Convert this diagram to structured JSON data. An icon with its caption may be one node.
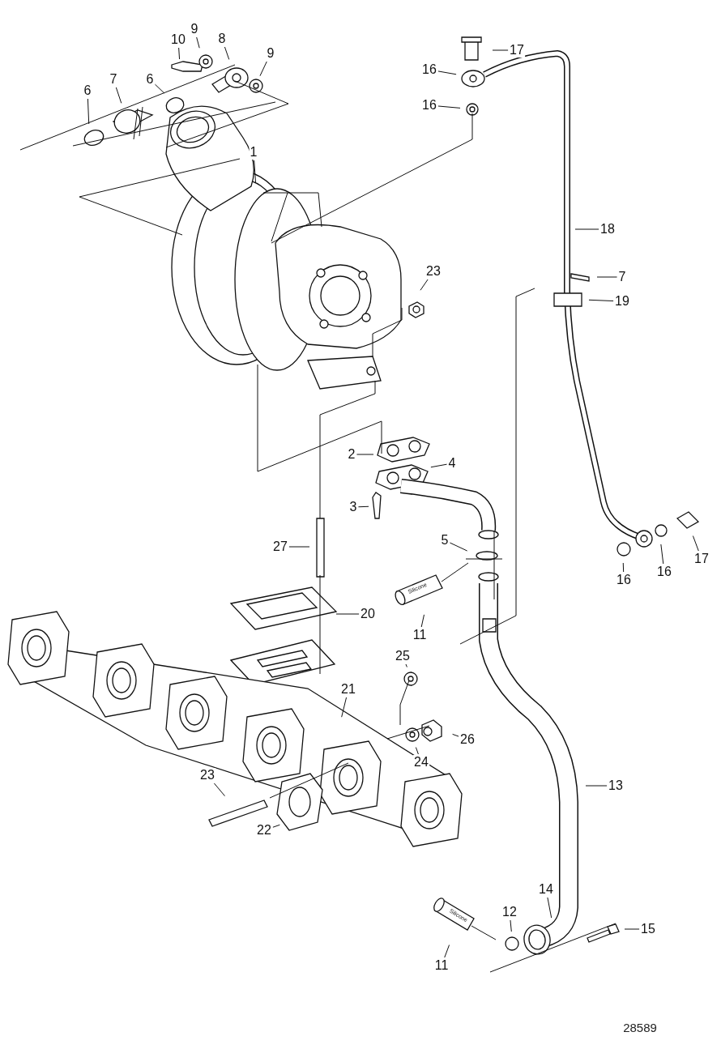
{
  "diagram": {
    "nodes": [
      {
        "text": [
          "10"
        ]
      },
      {
        "text": [
          "9"
        ]
      },
      {
        "text": [
          "8"
        ]
      },
      {
        "text": [
          "17"
        ]
      },
      {
        "text": [
          "9"
        ]
      },
      {
        "text": [
          "16"
        ]
      },
      {
        "text": [
          "7"
        ]
      },
      {
        "text": [
          "6"
        ]
      },
      {
        "text": [
          "6"
        ]
      },
      {
        "text": [
          "16"
        ]
      },
      {
        "text": [
          "1"
        ]
      },
      {
        "text": [
          "18"
        ]
      },
      {
        "text": [
          "23"
        ]
      },
      {
        "text": [
          "7"
        ]
      },
      {
        "text": [
          "19"
        ]
      },
      {
        "text": [
          "2"
        ]
      },
      {
        "text": [
          "4"
        ]
      },
      {
        "text": [
          "3"
        ]
      },
      {
        "text": [
          "5"
        ]
      },
      {
        "text": [
          "27"
        ]
      },
      {
        "text": [
          "17"
        ]
      },
      {
        "text": [
          "16"
        ]
      },
      {
        "text": [
          "16"
        ]
      },
      {
        "text": [
          "20"
        ]
      },
      {
        "text": [
          "11"
        ]
      },
      {
        "text": [
          "25"
        ]
      },
      {
        "text": [
          "21"
        ]
      },
      {
        "text": [
          "26"
        ]
      },
      {
        "text": [
          "24"
        ]
      },
      {
        "text": [
          "23"
        ]
      },
      {
        "text": [
          "13"
        ]
      },
      {
        "text": [
          "22"
        ]
      },
      {
        "text": [
          "14"
        ]
      },
      {
        "text": [
          "12"
        ]
      },
      {
        "text": [
          "15"
        ]
      },
      {
        "text": [
          "11"
        ]
      }
    ],
    "edges": [
      {
        "from": 0,
        "to": null,
        "arrow": "none"
      },
      {
        "from": 1,
        "to": null,
        "arrow": "none"
      },
      {
        "from": 2,
        "to": null,
        "arrow": "none"
      },
      {
        "from": 3,
        "to": null,
        "arrow": "none"
      },
      {
        "from": 4,
        "to": null,
        "arrow": "none"
      },
      {
        "from": 5,
        "to": null,
        "arrow": "none"
      },
      {
        "from": 6,
        "to": null,
        "arrow": "none"
      },
      {
        "from": 7,
        "to": null,
        "arrow": "none"
      },
      {
        "from": 8,
        "to": null,
        "arrow": "none"
      },
      {
        "from": 9,
        "to": null,
        "arrow": "none"
      },
      {
        "from": 10,
        "to": null,
        "arrow": "none"
      },
      {
        "from": 11,
        "to": null,
        "arrow": "none"
      },
      {
        "from": 12,
        "to": null,
        "arrow": "none"
      },
      {
        "from": 13,
        "to": null,
        "arrow": "none"
      },
      {
        "from": 14,
        "to": null,
        "arrow": "none"
      },
      {
        "from": 15,
        "to": null,
        "arrow": "none"
      },
      {
        "from": 16,
        "to": null,
        "arrow": "none"
      },
      {
        "from": 17,
        "to": null,
        "arrow": "none"
      },
      {
        "from": 18,
        "to": null,
        "arrow": "none"
      },
      {
        "from": 19,
        "to": null,
        "arrow": "none"
      },
      {
        "from": 20,
        "to": null,
        "arrow": "none"
      },
      {
        "from": 21,
        "to": null,
        "arrow": "none"
      },
      {
        "from": 22,
        "to": null,
        "arrow": "none"
      },
      {
        "from": 23,
        "to": null,
        "arrow": "none"
      },
      {
        "from": 24,
        "to": null,
        "arrow": "none"
      },
      {
        "from": 25,
        "to": null,
        "arrow": "none"
      },
      {
        "from": 26,
        "to": null,
        "arrow": "none"
      },
      {
        "from": 27,
        "to": null,
        "arrow": "none"
      },
      {
        "from": 28,
        "to": null,
        "arrow": "none"
      },
      {
        "from": 29,
        "to": null,
        "arrow": "none"
      },
      {
        "from": 30,
        "to": null,
        "arrow": "none"
      },
      {
        "from": 31,
        "to": null,
        "arrow": "none"
      },
      {
        "from": 32,
        "to": null,
        "arrow": "none"
      },
      {
        "from": 33,
        "to": null,
        "arrow": "none"
      },
      {
        "from": 34,
        "to": null,
        "arrow": "none"
      },
      {
        "from": 35,
        "to": null,
        "arrow": "none"
      }
    ],
    "labels": [
      "Silicone",
      "Silicone",
      "28589"
    ]
  }
}
